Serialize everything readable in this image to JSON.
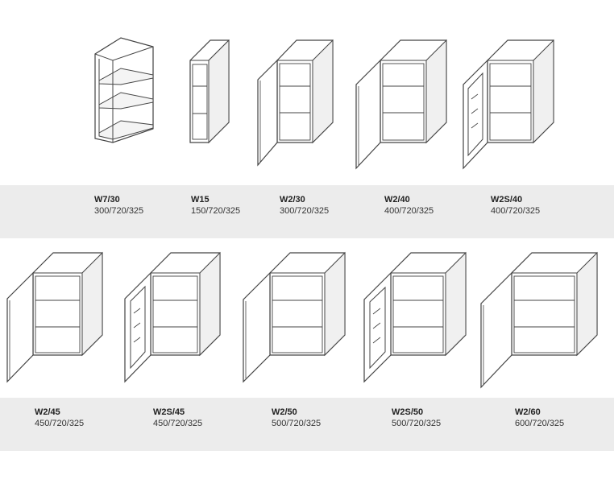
{
  "rows": [
    {
      "items": [
        {
          "code": "W7/30",
          "dims": "300/720/325",
          "kind": "corner"
        },
        {
          "code": "W15",
          "dims": "150/720/325",
          "kind": "open"
        },
        {
          "code": "W2/30",
          "dims": "300/720/325",
          "kind": "door"
        },
        {
          "code": "W2/40",
          "dims": "400/720/325",
          "kind": "door"
        },
        {
          "code": "W2S/40",
          "dims": "400/720/325",
          "kind": "glass"
        }
      ]
    },
    {
      "items": [
        {
          "code": "W2/45",
          "dims": "450/720/325",
          "kind": "door"
        },
        {
          "code": "W2S/45",
          "dims": "450/720/325",
          "kind": "glass"
        },
        {
          "code": "W2/50",
          "dims": "500/720/325",
          "kind": "door"
        },
        {
          "code": "W2S/50",
          "dims": "500/720/325",
          "kind": "glass"
        },
        {
          "code": "W2/60",
          "dims": "600/720/325",
          "kind": "door"
        }
      ]
    }
  ],
  "colors": {
    "band": "#ececec",
    "line": "#444444",
    "side": "#f0f0f0"
  }
}
